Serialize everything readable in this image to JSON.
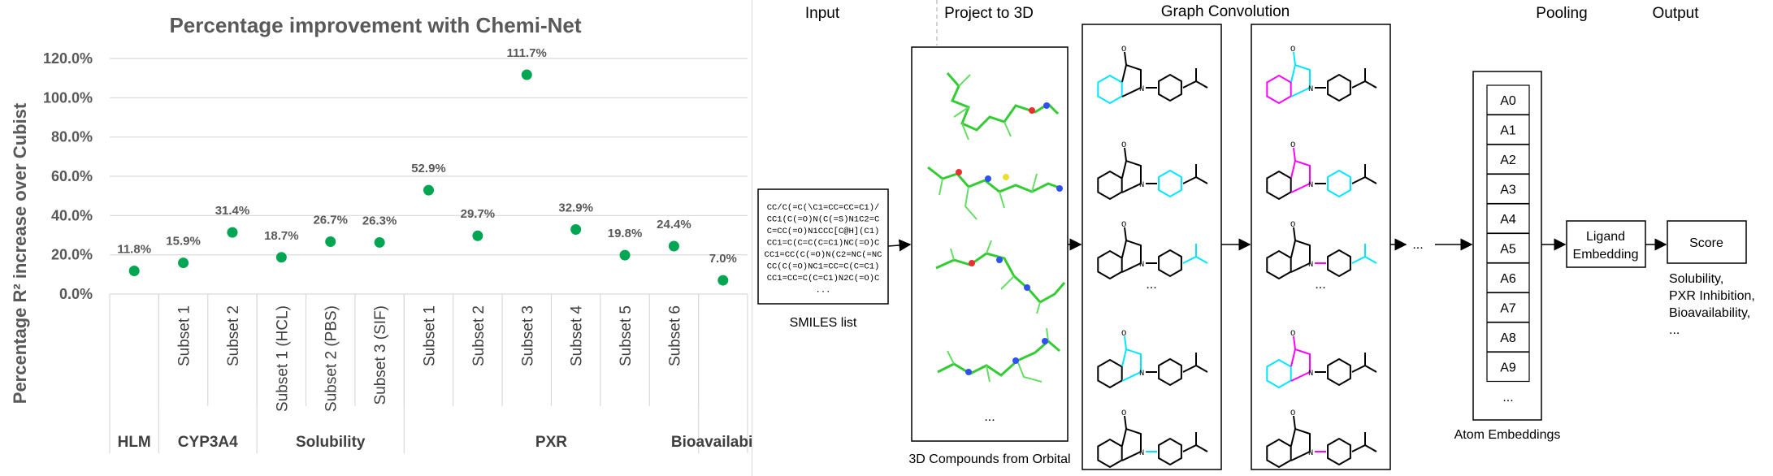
{
  "chart_data": {
    "type": "scatter",
    "title": "Percentage improvement with Chemi-Net",
    "ylabel": "Percentage R² increase over Cubist",
    "ylim": [
      0,
      120
    ],
    "yticks": [
      "0.0%",
      "20.0%",
      "40.0%",
      "60.0%",
      "80.0%",
      "100.0%",
      "120.0%"
    ],
    "grid": true,
    "point_color": "#00a651",
    "points": [
      {
        "category": "",
        "group": "HLM",
        "value": 11.8,
        "label": "11.8%"
      },
      {
        "category": "Subset 1",
        "group": "CYP3A4",
        "value": 15.9,
        "label": "15.9%"
      },
      {
        "category": "Subset 2",
        "group": "CYP3A4",
        "value": 31.4,
        "label": "31.4%"
      },
      {
        "category": "Subset 1 (HCL)",
        "group": "Solubility",
        "value": 18.7,
        "label": "18.7%"
      },
      {
        "category": "Subset 2 (PBS)",
        "group": "Solubility",
        "value": 26.7,
        "label": "26.7%"
      },
      {
        "category": "Subset 3 (SIF)",
        "group": "Solubility",
        "value": 26.3,
        "label": "26.3%"
      },
      {
        "category": "Subset 1",
        "group": "PXR",
        "value": 52.9,
        "label": "52.9%"
      },
      {
        "category": "Subset 2",
        "group": "PXR",
        "value": 29.7,
        "label": "29.7%"
      },
      {
        "category": "Subset 3",
        "group": "PXR",
        "value": 111.7,
        "label": "111.7%"
      },
      {
        "category": "Subset 4",
        "group": "PXR",
        "value": 32.9,
        "label": "32.9%"
      },
      {
        "category": "Subset 5",
        "group": "PXR",
        "value": 19.8,
        "label": "19.8%"
      },
      {
        "category": "Subset 6",
        "group": "PXR",
        "value": 24.4,
        "label": "24.4%"
      },
      {
        "category": "",
        "group": "Bioavailability",
        "value": 7.0,
        "label": "7.0%"
      }
    ],
    "groups": [
      "HLM",
      "CYP3A4",
      "Solubility",
      "PXR",
      "Bioavailability"
    ]
  },
  "diagram": {
    "stages": {
      "input": "Input",
      "project": "Project to 3D",
      "graph_conv": "Graph Convolution",
      "pooling": "Pooling",
      "output": "Output"
    },
    "smiles_lines": [
      "CC/C(=C(\\C1=CC=CC=C1)/",
      "CC1(C(=O)N(C(=S)N1C2=C",
      "C=CC(=O)N1CCC[C@H](C1)",
      "CC1=C(C=C(C=C1)NC(=O)C",
      "CC1=CC(C(=O)N(C2=NC(=NC",
      "CC(C(=O)NC1=CC=C(C=C1)",
      "CC1=CC=C(C=C1)N2C(=O)C",
      "..."
    ],
    "smiles_caption": "SMILES list",
    "compounds_caption": "3D Compounds from Orbital",
    "ellipsis": "...",
    "atom_embeddings": [
      "A0",
      "A1",
      "A2",
      "A3",
      "A4",
      "A5",
      "A6",
      "A7",
      "A8",
      "A9",
      "..."
    ],
    "atom_caption": "Atom Embeddings",
    "ligand_box": [
      "Ligand",
      "Embedding"
    ],
    "score_box": "Score",
    "outputs": [
      "Solubility,",
      "PXR Inhibition,",
      "Bioavailability,",
      "..."
    ],
    "colors": {
      "carbon": "#33cc33",
      "highlight_cyan": "#00e5ff",
      "highlight_magenta": "#ff00ff"
    }
  }
}
